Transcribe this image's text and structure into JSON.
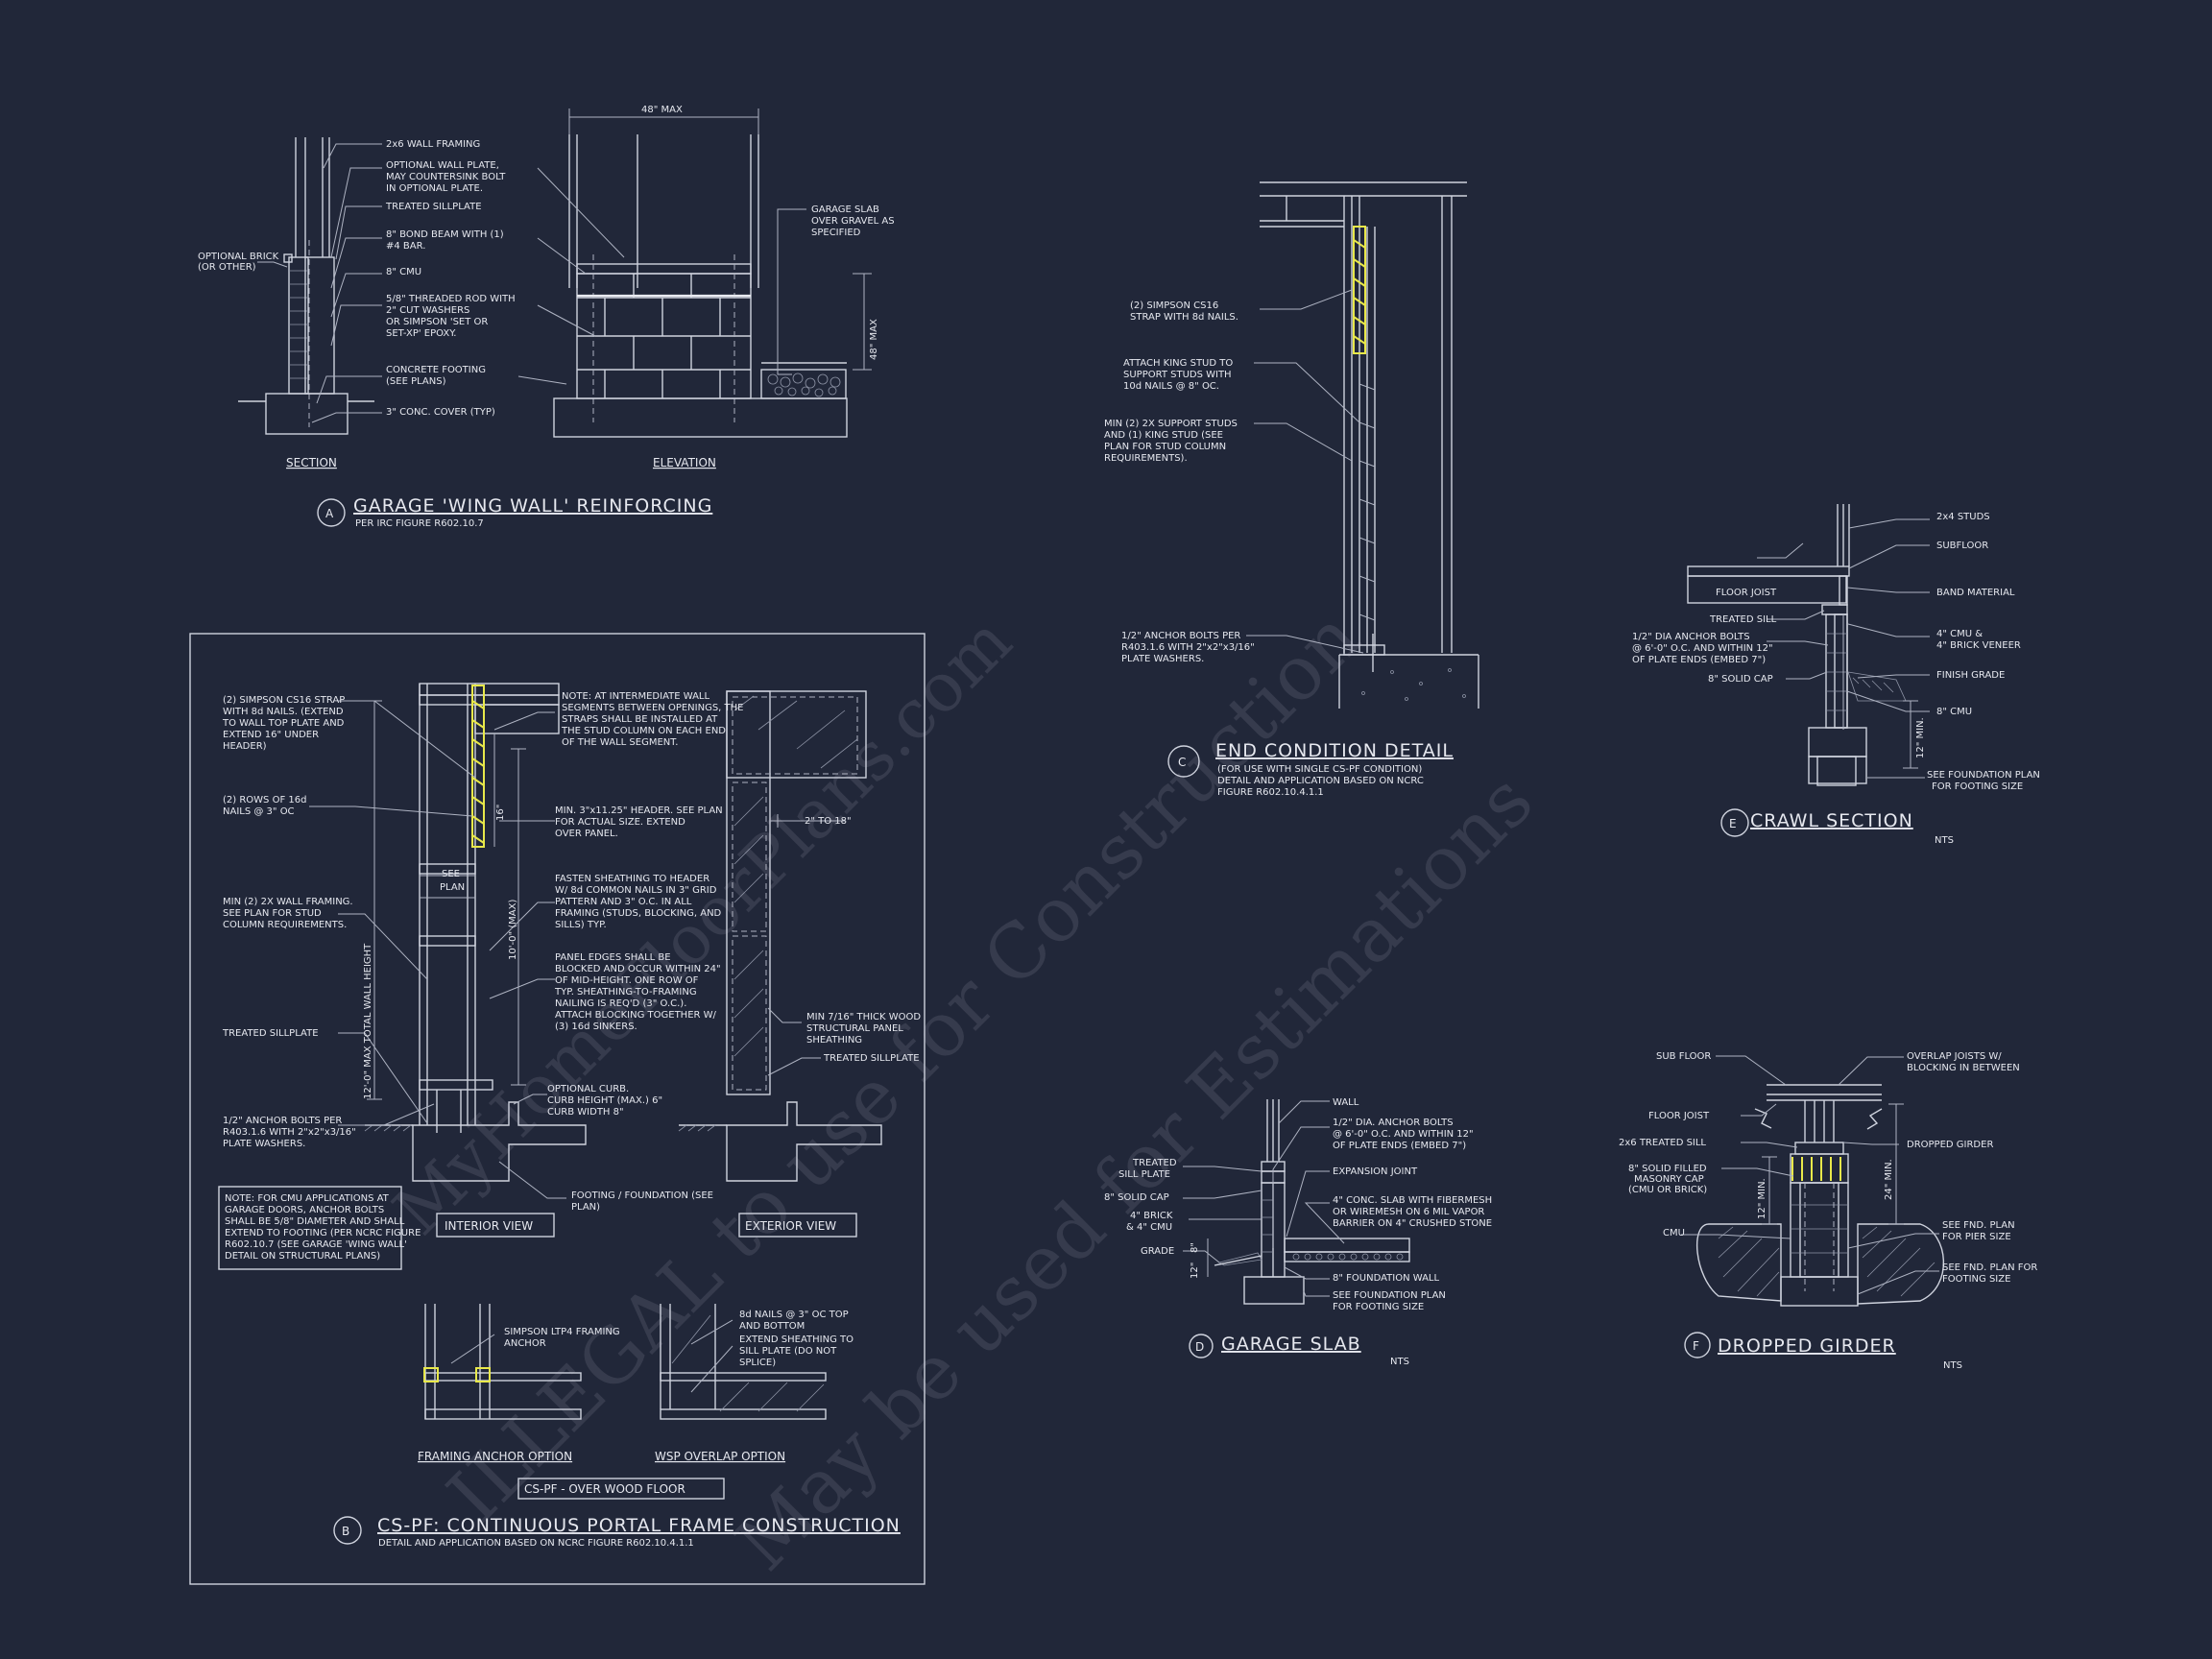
{
  "watermark": {
    "line1": "ILLEGAL to use for Construction",
    "line2": "May be used for Estimations",
    "line3": "MyHomeFloorPlans.com"
  },
  "detail_a": {
    "marker": "A",
    "title": "GARAGE 'WING WALL' REINFORCING",
    "subtitle": "PER IRC FIGURE R602.10.7",
    "section_label": "SECTION",
    "elevation_label": "ELEVATION",
    "dim_width": "48\" MAX",
    "dim_height": "48\" MAX",
    "notes": [
      "2x6 WALL FRAMING",
      "OPTIONAL WALL PLATE,",
      "MAY COUNTERSINK BOLT",
      "IN OPTIONAL PLATE.",
      "TREATED SILLPLATE",
      "8\" BOND BEAM WITH (1)",
      "#4 BAR.",
      "8\" CMU",
      "5/8\" THREADED ROD WITH",
      "2\" CUT WASHERS",
      "OR SIMPSON 'SET OR",
      "SET-XP' EPOXY.",
      "CONCRETE FOOTING",
      "(SEE PLANS)",
      "3\" CONC. COVER (TYP)"
    ],
    "brick_note": [
      "OPTIONAL BRICK",
      "(OR OTHER)"
    ],
    "slab_note": [
      "GARAGE SLAB",
      "OVER GRAVEL AS",
      "SPECIFIED"
    ]
  },
  "detail_b": {
    "marker": "B",
    "title": "CS-PF: CONTINUOUS PORTAL FRAME CONSTRUCTION",
    "subtitle": "DETAIL AND APPLICATION BASED ON NCRC FIGURE R602.10.4.1.1",
    "interior_label": "INTERIOR VIEW",
    "exterior_label": "EXTERIOR VIEW",
    "see_plan": [
      "SEE",
      "PLAN"
    ],
    "dim_total": "12'-0\" MAX TOTAL WALL HEIGHT",
    "dim_opening": "10'-0\" (MAX)",
    "dim_16": "16\"",
    "dim_2to18": "2\" TO 18\"",
    "left_notes": [
      [
        "(2) SIMPSON CS16 STRAP",
        "WITH 8d NAILS. (EXTEND",
        "TO WALL TOP PLATE AND",
        "EXTEND 16\" UNDER",
        "HEADER)"
      ],
      [
        "(2) ROWS OF 16d",
        "NAILS @ 3\" OC"
      ],
      [
        "MIN (2) 2X WALL FRAMING.",
        "SEE PLAN FOR STUD",
        "COLUMN REQUIREMENTS."
      ],
      [
        "TREATED SILLPLATE"
      ],
      [
        "1/2\" ANCHOR BOLTS PER",
        "R403.1.6 WITH 2\"x2\"x3/16\"",
        "PLATE WASHERS."
      ]
    ],
    "cmu_note": [
      "NOTE: FOR CMU APPLICATIONS AT",
      "GARAGE DOORS, ANCHOR BOLTS",
      "SHALL BE 5/8\" DIAMETER AND SHALL",
      "EXTEND TO FOOTING (PER NCRC FIGURE",
      "R602.10.7 (SEE GARAGE 'WING WALL'",
      "DETAIL ON STRUCTURAL PLANS)"
    ],
    "mid_notes": [
      [
        "NOTE: AT INTERMEDIATE WALL",
        "SEGMENTS BETWEEN OPENINGS, THE",
        "STRAPS SHALL BE INSTALLED AT",
        "THE STUD COLUMN ON EACH END",
        "OF THE WALL SEGMENT."
      ],
      [
        "MIN. 3\"x11.25\" HEADER. SEE PLAN",
        "FOR ACTUAL SIZE. EXTEND",
        "OVER PANEL."
      ],
      [
        "FASTEN SHEATHING TO HEADER",
        "W/ 8d COMMON NAILS IN 3\" GRID",
        "PATTERN AND 3\" O.C. IN ALL",
        "FRAMING (STUDS, BLOCKING, AND",
        "SILLS) TYP."
      ],
      [
        "PANEL EDGES SHALL BE",
        "BLOCKED AND OCCUR WITHIN 24\"",
        "OF MID-HEIGHT. ONE ROW OF",
        "TYP. SHEATHING-TO-FRAMING",
        "NAILING IS REQ'D (3\" O.C.).",
        "ATTACH BLOCKING TOGETHER W/",
        "(3) 16d SINKERS."
      ],
      [
        "OPTIONAL CURB.",
        "CURB HEIGHT (MAX.) 6\"",
        "CURB WIDTH 8\""
      ],
      [
        "FOOTING / FOUNDATION (SEE",
        "PLAN)"
      ]
    ],
    "right_notes": [
      [
        "MIN 7/16\" THICK WOOD",
        "STRUCTURAL PANEL",
        "SHEATHING"
      ],
      [
        "TREATED SILLPLATE"
      ]
    ],
    "anchor_note": [
      "SIMPSON LTP4 FRAMING",
      "ANCHOR"
    ],
    "wsp_note": [
      "8d NAILS @ 3\" OC TOP",
      "AND BOTTOM"
    ],
    "wsp_note2": [
      "EXTEND SHEATHING TO",
      "SILL PLATE (DO NOT",
      "SPLICE)"
    ],
    "framing_anchor_label": "FRAMING ANCHOR OPTION",
    "wsp_overlap_label": "WSP OVERLAP OPTION",
    "cs_pf_box": "CS-PF - OVER WOOD FLOOR"
  },
  "detail_c": {
    "marker": "C",
    "title": "END CONDITION DETAIL",
    "subtitle": [
      "(FOR USE WITH SINGLE CS-PF CONDITION)",
      "DETAIL AND APPLICATION BASED ON NCRC",
      "FIGURE R602.10.4.1.1"
    ],
    "notes": [
      [
        "(2) SIMPSON CS16",
        "STRAP WITH 8d NAILS."
      ],
      [
        "ATTACH KING STUD TO",
        "SUPPORT STUDS WITH",
        "10d NAILS @ 8\" OC."
      ],
      [
        "MIN (2) 2X SUPPORT STUDS",
        "AND (1) KING STUD (SEE",
        "PLAN FOR STUD COLUMN",
        "REQUIREMENTS)."
      ],
      [
        "1/2\" ANCHOR BOLTS PER",
        "R403.1.6 WITH 2\"x2\"x3/16\"",
        "PLATE WASHERS."
      ]
    ]
  },
  "detail_d": {
    "marker": "D",
    "title": "GARAGE SLAB",
    "scale": "NTS",
    "left_notes": [
      [
        "TREATED",
        "SILL PLATE"
      ],
      [
        "8\" SOLID CAP"
      ],
      [
        "4\" BRICK",
        "& 4\" CMU"
      ],
      [
        "GRADE"
      ]
    ],
    "right_notes": [
      [
        "WALL"
      ],
      [
        "1/2\" DIA. ANCHOR BOLTS",
        "@ 6'-0\" O.C. AND WITHIN 12\"",
        "OF PLATE ENDS (EMBED 7\")"
      ],
      [
        "EXPANSION JOINT"
      ],
      [
        "4\" CONC. SLAB WITH FIBERMESH",
        "OR WIREMESH ON 6 MIL VAPOR",
        "BARRIER ON 4\" CRUSHED STONE"
      ],
      [
        "8\" FOUNDATION WALL"
      ],
      [
        "SEE FOUNDATION PLAN",
        "FOR FOOTING SIZE"
      ]
    ],
    "dim_8": "8\"",
    "dim_12": "12\""
  },
  "detail_e": {
    "marker": "E",
    "title": "CRAWL SECTION",
    "scale": "NTS",
    "left_notes": [
      [
        "FLOOR JOIST"
      ],
      [
        "TREATED SILL"
      ],
      [
        "1/2\" DIA ANCHOR BOLTS",
        "@ 6'-0\" O.C. AND WITHIN 12\"",
        "OF PLATE ENDS (EMBED 7\")"
      ],
      [
        "8\" SOLID CAP"
      ]
    ],
    "right_notes": [
      [
        "2x4 STUDS"
      ],
      [
        "SUBFLOOR"
      ],
      [
        "BAND MATERIAL"
      ],
      [
        "4\" CMU &",
        "4\" BRICK VENEER"
      ],
      [
        "FINISH GRADE"
      ],
      [
        "8\" CMU"
      ],
      [
        "SEE FOUNDATION PLAN",
        "FOR FOOTING SIZE"
      ]
    ],
    "dim_12min": "12\" MIN."
  },
  "detail_f": {
    "marker": "F",
    "title": "DROPPED GIRDER",
    "scale": "NTS",
    "left_notes": [
      [
        "SUB FLOOR"
      ],
      [
        "FLOOR JOIST"
      ],
      [
        "2x6 TREATED SILL"
      ],
      [
        "8\" SOLID FILLED",
        "MASONRY CAP",
        "(CMU OR BRICK)"
      ],
      [
        "CMU"
      ]
    ],
    "right_notes": [
      [
        "OVERLAP JOISTS W/",
        "BLOCKING IN BETWEEN"
      ],
      [
        "DROPPED GIRDER"
      ],
      [
        "SEE FND. PLAN",
        "FOR PIER SIZE"
      ],
      [
        "SEE FND. PLAN FOR",
        "FOOTING SIZE"
      ]
    ],
    "dim_12min": "12\" MIN.",
    "dim_24min": "24\" MIN."
  }
}
